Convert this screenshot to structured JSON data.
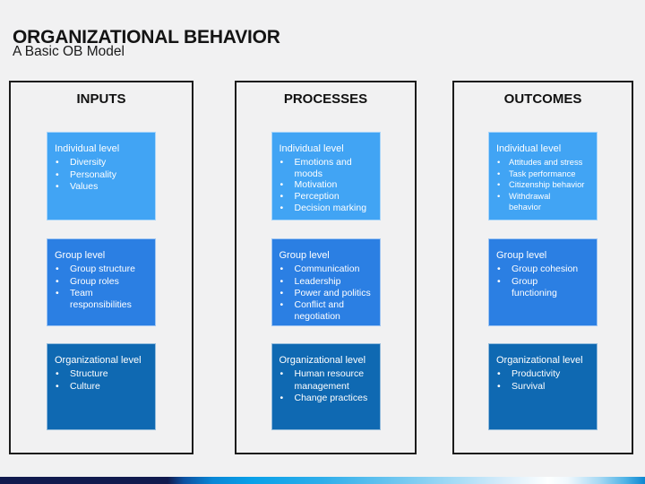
{
  "slide": {
    "title": "ORGANIZATIONAL BEHAVIOR",
    "subtitle": "A Basic OB Model"
  },
  "colors": {
    "individual_box": "#41A4F4",
    "group_box": "#2B7FE3",
    "organizational_box": "#0F69B2",
    "column_border": "#1b1b1b",
    "footer_navy": "#111A4E",
    "footer_bright_blue": "#09A0E8",
    "footer_right_blue": "#0D87D1",
    "slide_background": "#F1F1F2"
  },
  "columns": [
    {
      "header": "INPUTS",
      "boxes": [
        {
          "level": "Individual level",
          "items": [
            "Diversity",
            "Personality",
            "Values"
          ]
        },
        {
          "level": "Group level",
          "items": [
            "Group structure",
            "Group roles",
            "Team\nresponsibilities"
          ]
        },
        {
          "level": "Organizational level",
          "items": [
            "Structure",
            "Culture"
          ]
        }
      ]
    },
    {
      "header": "PROCESSES",
      "boxes": [
        {
          "level": "Individual level",
          "items": [
            "Emotions and\nmoods",
            "Motivation",
            "Perception",
            "Decision marking"
          ]
        },
        {
          "level": "Group level",
          "items": [
            "Communication",
            "Leadership",
            "Power and politics",
            "Conflict and\nnegotiation"
          ]
        },
        {
          "level": "Organizational level",
          "items": [
            "Human resource\nmanagement",
            "Change practices"
          ]
        }
      ]
    },
    {
      "header": "OUTCOMES",
      "boxes": [
        {
          "level": "Individual level",
          "items": [
            "Attitudes and stress",
            "Task performance",
            "Citizenship behavior",
            "Withdrawal\nbehavior"
          ]
        },
        {
          "level": "Group level",
          "items": [
            "Group cohesion",
            "Group\nfunctioning"
          ]
        },
        {
          "level": "Organizational level",
          "items": [
            "Productivity",
            "Survival"
          ]
        }
      ]
    }
  ]
}
